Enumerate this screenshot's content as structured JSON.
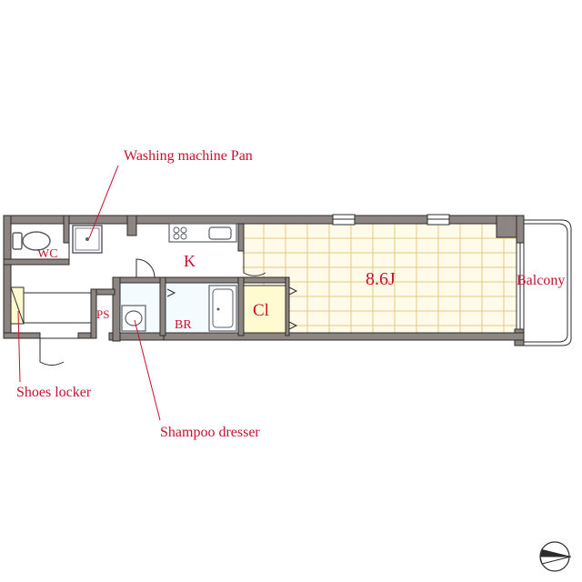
{
  "plan": {
    "rooms": {
      "main": "8.6J",
      "kitchen": "K",
      "wc": "WC",
      "closet": "Cl",
      "bath": "BR",
      "pipe_space": "PS"
    },
    "callouts": {
      "washing_machine": "Washing machine Pan",
      "balcony": "Balcony",
      "shoes_locker": "Shoes locker",
      "shampoo_dresser": "Shampoo dresser"
    },
    "colors": {
      "label": "#c8102e",
      "wall": "#8c8582",
      "floor_main": "#fffbe8",
      "floor_bath": "#f4fbff",
      "closet_fill": "#fffad0",
      "tile_line": "#e6c98a",
      "fixture": "#5a5f66"
    },
    "icons": [
      "compass-north-arrow-icon"
    ]
  }
}
